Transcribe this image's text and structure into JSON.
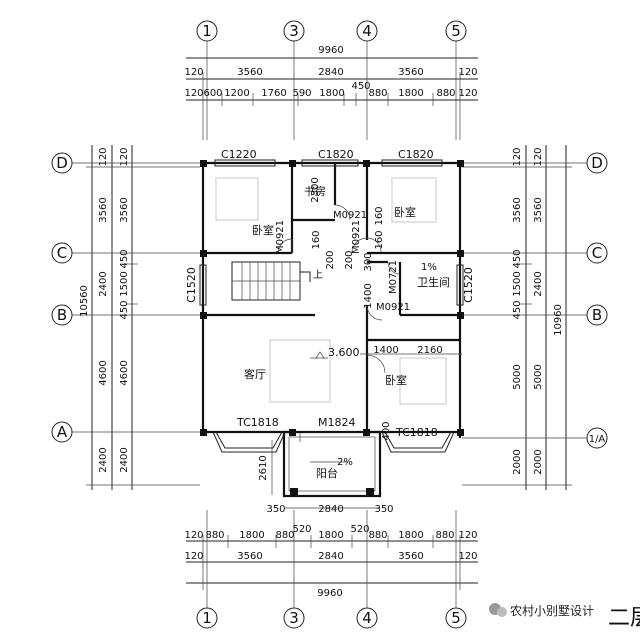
{
  "top": {
    "axes": [
      "1",
      "3",
      "4",
      "5"
    ],
    "total": "9960",
    "row1": [
      "120",
      "3560",
      "2840",
      "3560",
      "120"
    ],
    "row2": [
      "120",
      "600",
      "1200",
      "1760",
      "590",
      "1800",
      "450",
      "880",
      "1800",
      "880",
      "120"
    ]
  },
  "bottom": {
    "axes": [
      "1",
      "3",
      "4",
      "5"
    ],
    "total": "9960",
    "row1": [
      "120",
      "880",
      "1800",
      "880",
      "520",
      "1800",
      "520",
      "880",
      "1800",
      "880",
      "120"
    ],
    "row2": [
      "120",
      "3560",
      "2840",
      "3560",
      "120"
    ],
    "balcony_dims": [
      "350",
      "2840",
      "350"
    ]
  },
  "left": {
    "axes": [
      "D",
      "C",
      "B",
      "A"
    ],
    "total": "10560",
    "col_a": [
      "120",
      "3560",
      "2400",
      "4600",
      "2400"
    ],
    "col_b": [
      "120",
      "3560",
      "450",
      "1500",
      "450",
      "4600",
      "2400"
    ]
  },
  "right": {
    "axes": [
      "D",
      "C",
      "B",
      "1/A"
    ],
    "total": "10960",
    "col_a": [
      "120",
      "3560",
      "2400",
      "5000",
      "2000"
    ],
    "col_b": [
      "120",
      "3560",
      "450",
      "1500",
      "450",
      "5000",
      "2000"
    ]
  },
  "windows": {
    "c1220": "C1220",
    "c1820a": "C1820",
    "c1820b": "C1820",
    "c1520l": "C1520",
    "c1520r": "C1520",
    "tc1818l": "TC1818",
    "tc1818r": "TC1818",
    "m1824": "M1824",
    "m0921a": "M0921",
    "m0921b": "M0921",
    "m0921c": "M0921",
    "m0921d": "M0921",
    "m0721": "M0721"
  },
  "rooms": {
    "bedroom1": "卧室",
    "study": "书房",
    "bedroom2": "卧室",
    "bathroom": "卫生间",
    "living": "客厅",
    "bedroom3": "卧室",
    "balcony": "阳台"
  },
  "annotations": {
    "elev": "3.600",
    "slope1": "1%",
    "slope2": "2%",
    "up": "上",
    "d2300": "2300",
    "d160a": "160",
    "d160b": "160",
    "d160c": "160",
    "d200a": "200",
    "d200b": "200",
    "d300": "300",
    "d1400a": "1400",
    "d1400b": "1400",
    "d2160": "2160",
    "d400": "400",
    "d2610": "2610"
  },
  "footer": {
    "watermark": "农村小别墅设计",
    "floor_char": "二层"
  }
}
